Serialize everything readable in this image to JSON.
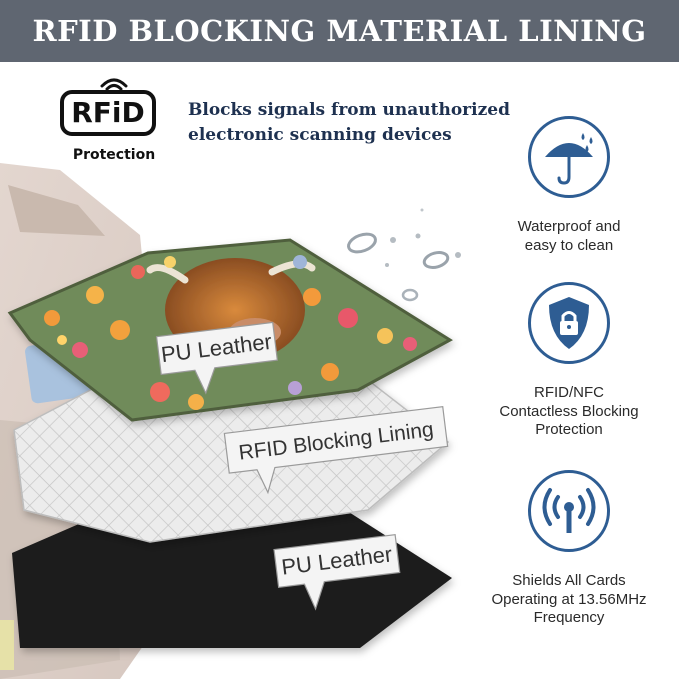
{
  "banner": {
    "title": "RFID BLOCKING MATERIAL LINING"
  },
  "rfid_badge": {
    "word": "RFiD",
    "caption": "Protection"
  },
  "tagline": {
    "line1": "Blocks signals from unauthorized",
    "line2": "electronic scanning devices"
  },
  "layers": [
    {
      "label": "PU Leather"
    },
    {
      "label": "RFID Blocking Lining"
    },
    {
      "label": "PU Leather"
    }
  ],
  "features": [
    {
      "icon": "umbrella-rain-icon",
      "lines": [
        "Waterproof and",
        "easy to clean"
      ]
    },
    {
      "icon": "shield-lock-icon",
      "lines": [
        "RFID/NFC",
        "Contactless Blocking",
        "Protection"
      ]
    },
    {
      "icon": "signal-antenna-icon",
      "lines": [
        "Shields All Cards",
        "Operating at 13.56MHz",
        "Frequency"
      ]
    }
  ],
  "colors": {
    "banner": "#5f6671",
    "feature_blue": "#2e5d93",
    "tagline_navy": "#1e3150",
    "leather_black": "#1c1c1c",
    "lining_silver": "#e6e6e6"
  }
}
